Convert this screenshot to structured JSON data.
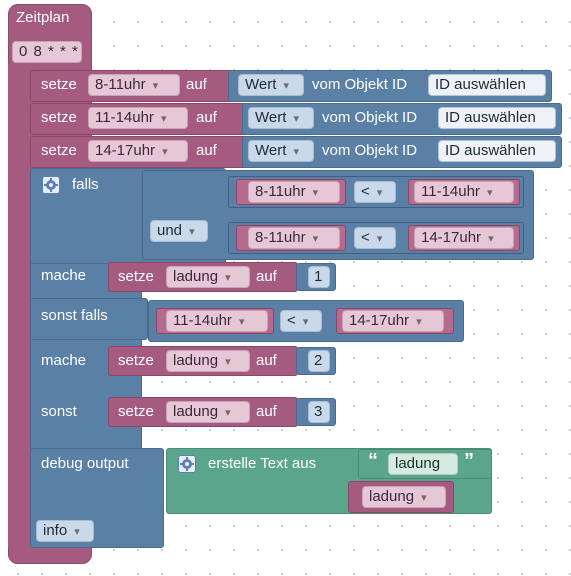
{
  "schedule": {
    "label": "Zeitplan",
    "cron": "0 8 * * *"
  },
  "statements": [
    {
      "setze": "setze",
      "variable": "8-11uhr",
      "auf": "auf",
      "value_dropdown": "Wert",
      "obj_label": "vom Objekt ID",
      "id_button": "ID auswählen"
    },
    {
      "setze": "setze",
      "variable": "11-14uhr",
      "auf": "auf",
      "value_dropdown": "Wert",
      "obj_label": "vom Objekt ID",
      "id_button": "ID auswählen"
    },
    {
      "setze": "setze",
      "variable": "14-17uhr",
      "auf": "auf",
      "value_dropdown": "Wert",
      "obj_label": "vom Objekt ID",
      "id_button": "ID auswählen"
    }
  ],
  "if_block": {
    "falls_label": "falls",
    "and_operator": "und",
    "cond1": {
      "left": "8-11uhr",
      "op": "<",
      "right": "11-14uhr"
    },
    "cond2": {
      "left": "8-11uhr",
      "op": "<",
      "right": "14-17uhr"
    },
    "mache1_label": "mache",
    "action1": {
      "setze": "setze",
      "variable": "ladung",
      "auf": "auf",
      "value": "1"
    },
    "elseif_label": "sonst falls",
    "cond3": {
      "left": "11-14uhr",
      "op": "<",
      "right": "14-17uhr"
    },
    "mache2_label": "mache",
    "action2": {
      "setze": "setze",
      "variable": "ladung",
      "auf": "auf",
      "value": "2"
    },
    "else_label": "sonst",
    "action3": {
      "setze": "setze",
      "variable": "ladung",
      "auf": "auf",
      "value": "3"
    }
  },
  "debug": {
    "label": "debug output",
    "create_text": "erstelle Text aus",
    "text_item": "ladung",
    "var_item": "ladung",
    "level": "info"
  },
  "colors": {
    "variables": "#a55b80",
    "objects_logic": "#5b80a5",
    "text": "#5ba58c"
  }
}
